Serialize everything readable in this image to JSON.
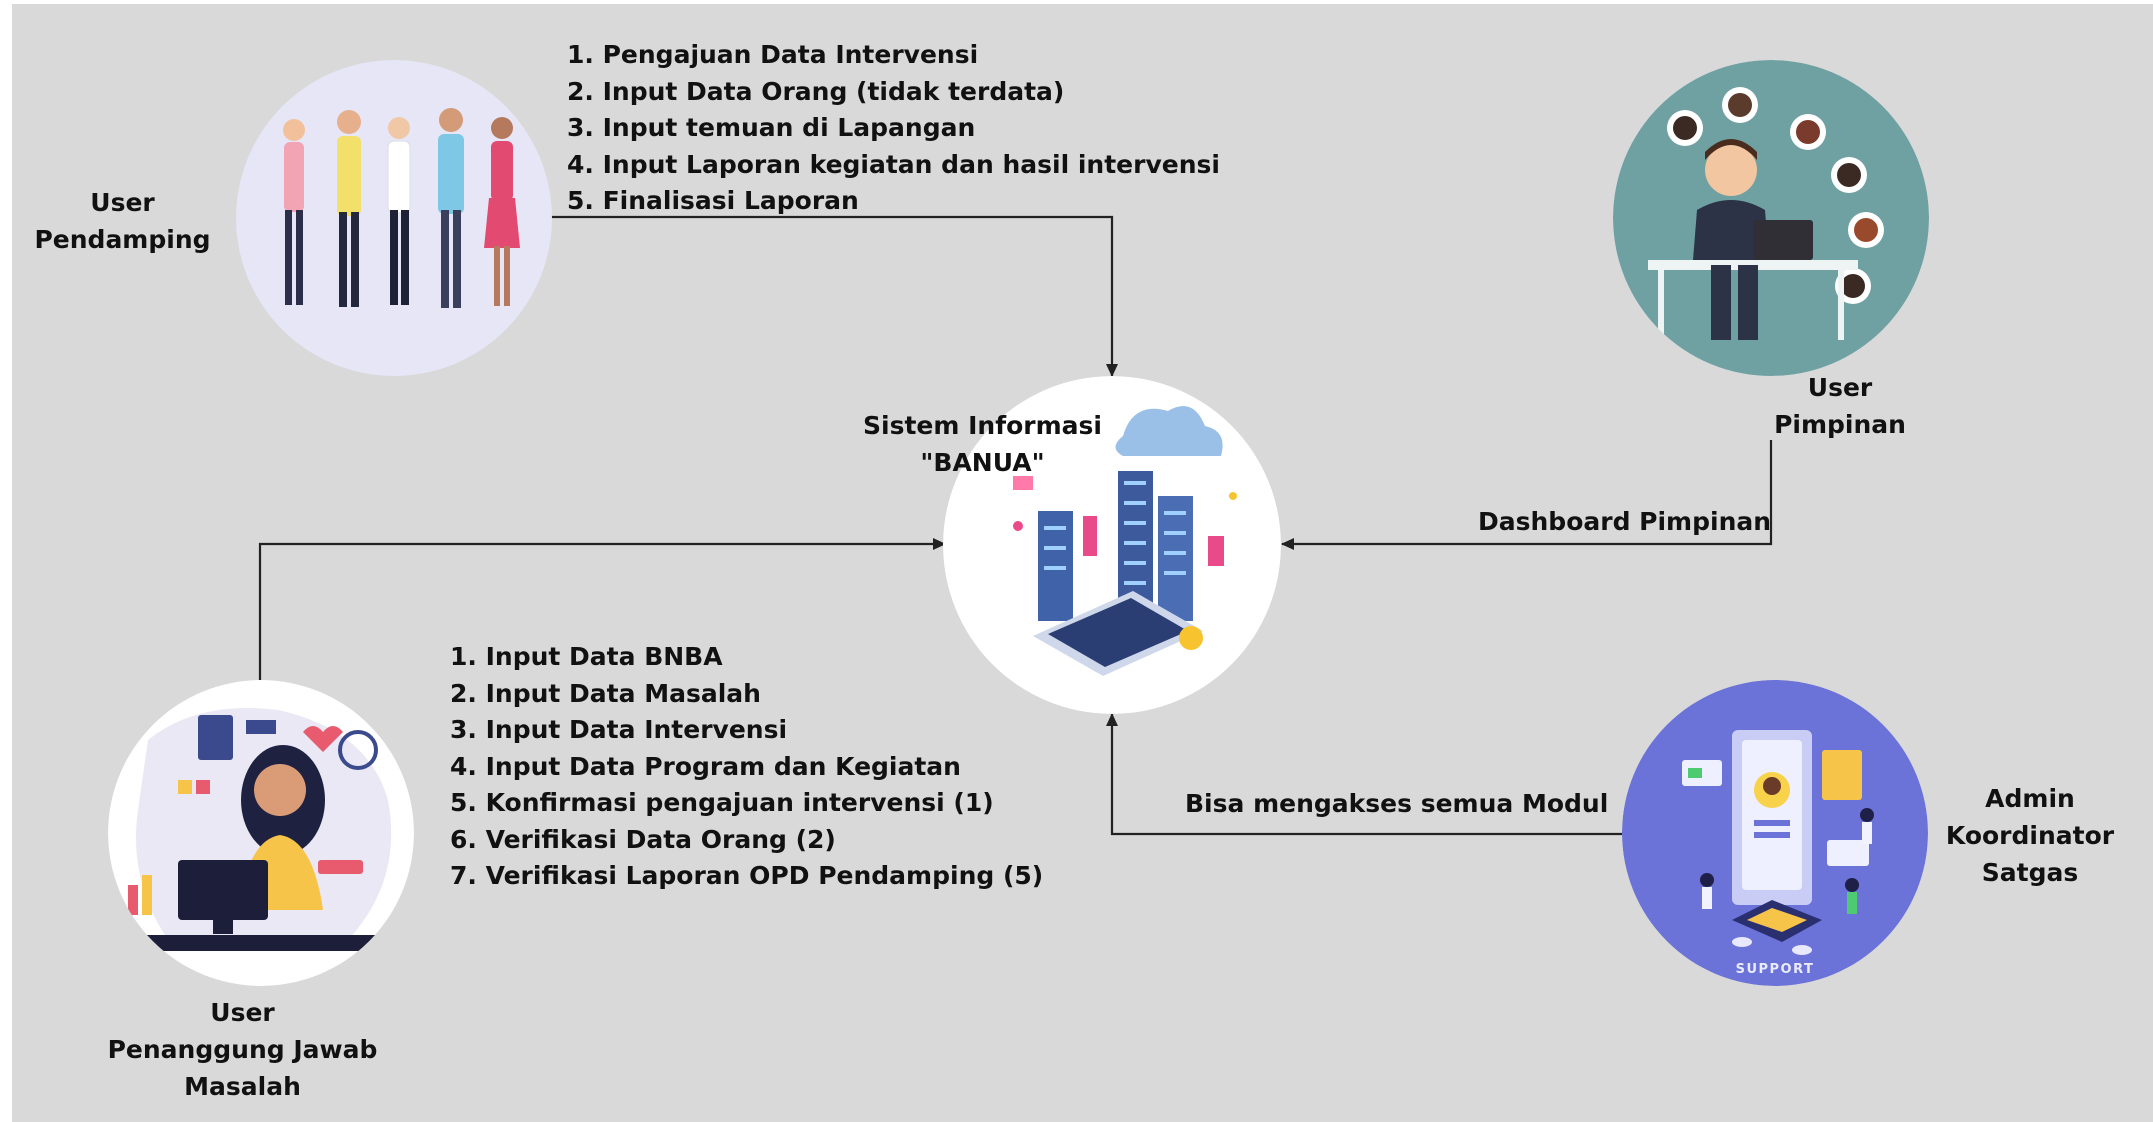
{
  "system": {
    "line1": "Sistem Informasi",
    "line2": "\"BANUA\""
  },
  "actors": {
    "pendamping": {
      "line1": "User",
      "line2": "Pendamping"
    },
    "pimpinan": {
      "line1": "User",
      "line2": "Pimpinan"
    },
    "pj_masalah": {
      "line1": "User",
      "line2": "Penanggung Jawab",
      "line3": "Masalah"
    },
    "admin": {
      "line1": "Admin",
      "line2": "Koordinator",
      "line3": "Satgas"
    }
  },
  "pendamping_steps": [
    "1. Pengajuan Data Intervensi",
    "2. Input Data Orang (tidak terdata)",
    "3. Input temuan di Lapangan",
    "4. Input Laporan kegiatan dan hasil intervensi",
    "5. Finalisasi Laporan"
  ],
  "pj_steps": [
    "1. Input Data BNBA",
    "2. Input Data Masalah",
    "3. Input Data Intervensi",
    "4. Input Data Program dan Kegiatan",
    "5. Konfirmasi pengajuan intervensi (1)",
    "6. Verifikasi Data Orang (2)",
    "7. Verifikasi Laporan OPD Pendamping (5)"
  ],
  "edges": {
    "pimpinan": "Dashboard Pimpinan",
    "admin": "Bisa mengakses semua Modul"
  },
  "badges": {
    "support": "SUPPORT"
  },
  "colors": {
    "background": "#d9d9d9",
    "pendamping_circle": "#e7e6f7",
    "pimpinan_circle": "#6fa1a3",
    "pj_circle": "#ffffff",
    "admin_circle": "#6b73d9",
    "system_circle": "#ffffff",
    "line": "#222222"
  }
}
